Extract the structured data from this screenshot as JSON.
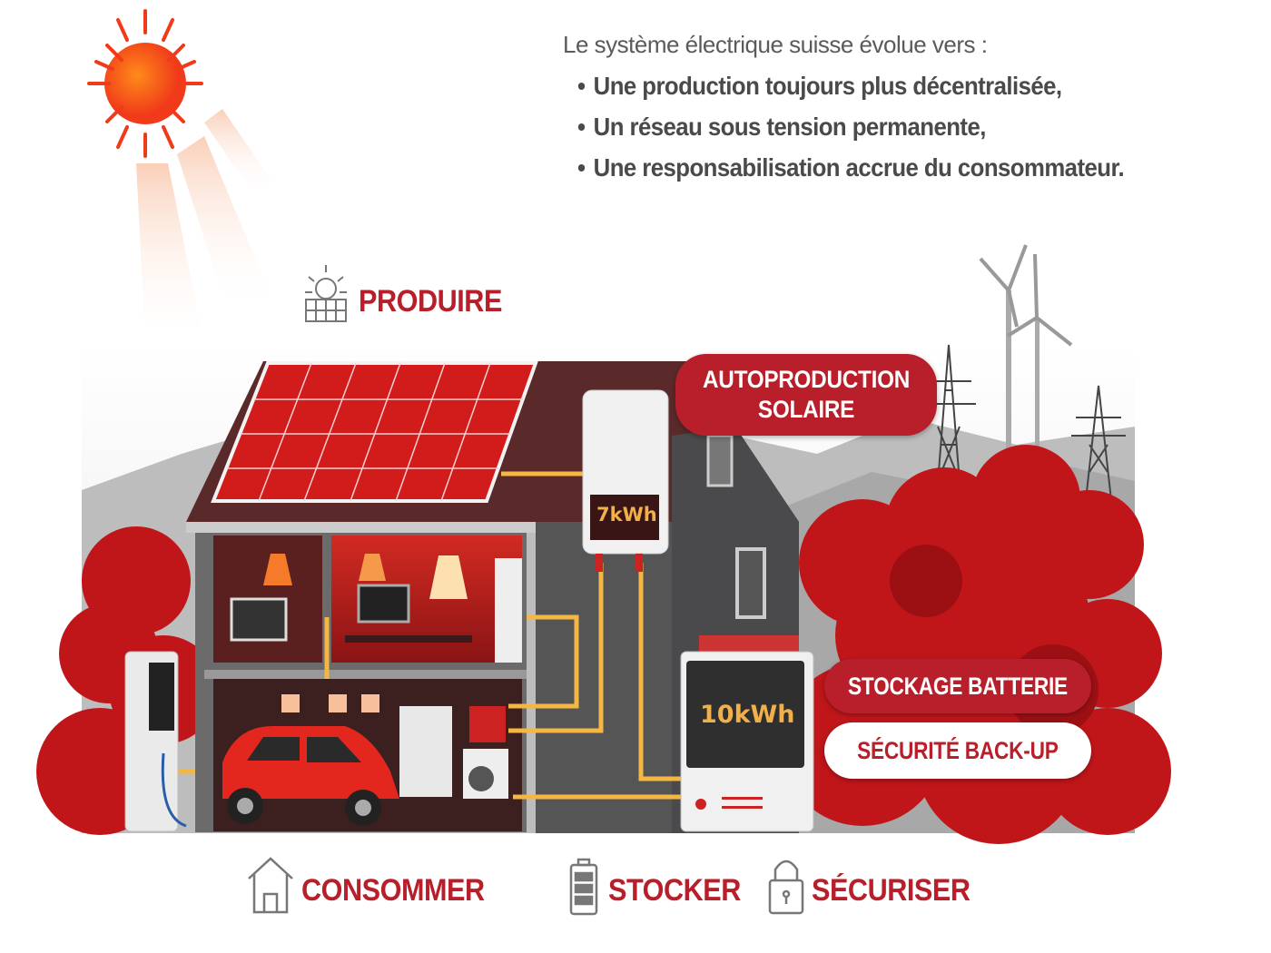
{
  "intro": {
    "lead": "Le système électrique suisse évolue vers :",
    "bullets": [
      "Une production toujours plus décentralisée,",
      "Un réseau sous tension permanente,",
      "Une responsabilisation accrue du consommateur."
    ]
  },
  "sections": {
    "produire": {
      "label": "PRODUIRE",
      "icon": "solar-panel-sun-icon"
    },
    "consommer": {
      "label": "CONSOMMER",
      "icon": "house-icon"
    },
    "stocker": {
      "label": "STOCKER",
      "icon": "battery-icon"
    },
    "securiser": {
      "label": "SÉCURISER",
      "icon": "padlock-icon"
    }
  },
  "callouts": {
    "autoproduction_line1": "AUTOPRODUCTION",
    "autoproduction_line2": "SOLAIRE",
    "stockage": "STOCKAGE BATTERIE",
    "securite": "SÉCURITÉ BACK-UP"
  },
  "devices": {
    "inverter_display": "7kWh",
    "battery_display": "10kWh"
  },
  "colors": {
    "accent": "#b81f2a",
    "text": "#4a4a4a",
    "wire": "#f5b642"
  }
}
